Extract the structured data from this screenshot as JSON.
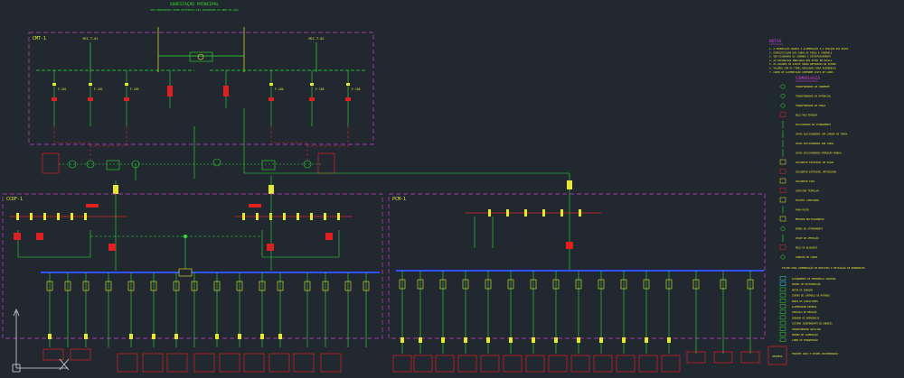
{
  "colors": {
    "background": "#212830",
    "magenta": "#d040d0",
    "yellow": "#e8e830",
    "green": "#30e030",
    "blue": "#3050ff",
    "red": "#e02020",
    "cyan": "#30e0e0",
    "white": "#d8d8d8",
    "orange": "#e09020"
  },
  "header": {
    "title": "SUBESTAÇÃO PRINCIPAL",
    "subtitle": "SPS-SDB223001-0000-ELETRICA-SIS-DIAGRAMA-01-RDP-01-A01"
  },
  "panels": {
    "top": {
      "label": "CMT-1"
    },
    "bottom_left": {
      "label": "CCDF-1"
    },
    "bottom_right": {
      "label": "PCM-1"
    }
  },
  "notes": {
    "title": "NOTAS",
    "lines": [
      "1. A ORIENTAÇÃO QUANTO À ALIMENTAÇÃO E A POSIÇÃO DOS RELÉS",
      "2. ESPECIFICAÇÃO DOS CABOS DE FORÇA E CONTROLE",
      "3. VER DIAGRAMAS DE COMANDO E INTERTRAVAMENTO",
      "4. AS DISTÂNCIAS INDICADAS NÃO ESTÃO EM ESCALA",
      "5. OS VALORES DE AJUSTE SERÃO DEFINIDOS NO ESTUDO",
      "6. VALORES COM OS TIPOS INDICADOS PARA REFERÊNCIA",
      "7. CABOS DE ALIMENTAÇÃO CONFORME LISTA DE CABOS"
    ]
  },
  "legend": {
    "title": "SIMBOLOGIA",
    "items": [
      "TRANSFORMADOR DE CORRENTE",
      "TRANSFORMADOR DE POTENCIAL",
      "TRANSFORMADOR DE FORÇA",
      "RELÉ MULTIFUNÇÃO",
      "SECCIONADOR DE ATERRAMENTO",
      "CHAVE SECCIONADORA COM LÂMINA DE TERRA",
      "CHAVE SECCIONADORA SOB CARGA",
      "CHAVE SECCIONADORA OPERAÇÃO MANUAL",
      "DISJUNTOR EXTRAÍVEL EM VÁCUO",
      "DISJUNTOR EXTRAÍVEL MOTORIZADO",
      "DISJUNTOR FIXO",
      "CONTATOR TRIPOLAR",
      "FUSÍVEL LIMITADOR",
      "PARA-RAIOS",
      "MEDIDOR MULTIGRANDEZA",
      "BORNE DE ATERRAMENTO",
      "CHAVE DE AFERIÇÃO",
      "RELÉ DE BLOQUEIO",
      "CONEXÃO DE CABOS"
    ],
    "footer": "FILTRO PARA COMPENSAÇÃO DE REATIVOS E MITIGAÇÃO DE HARMÔNICOS"
  },
  "legend2": {
    "items": [
      "ACIONAMENTO DE FREQUÊNCIA VARIÁVEL",
      "PAINEL DE DISTRIBUIÇÃO",
      "MOTOR DE INDUÇÃO",
      "CENTRO DE CONTROLE DE MOTORES",
      "BANCO DE CAPACITORES",
      "ALIMENTADOR RESERVA",
      "CUBÍCULO DE MEDIÇÃO",
      "GERADOR DE EMERGÊNCIA",
      "SISTEMA ININTERRUPTO DE ENERGIA",
      "TRANSFORMADOR AUXILIAR",
      "QUADRO DE ILUMINAÇÃO",
      "LINHA DE TRANSMISSÃO"
    ],
    "footer": "FUNÇÕES ANSI E OPÇÕES INCORPORADAS"
  },
  "bottom_right_box": "RESERVA"
}
